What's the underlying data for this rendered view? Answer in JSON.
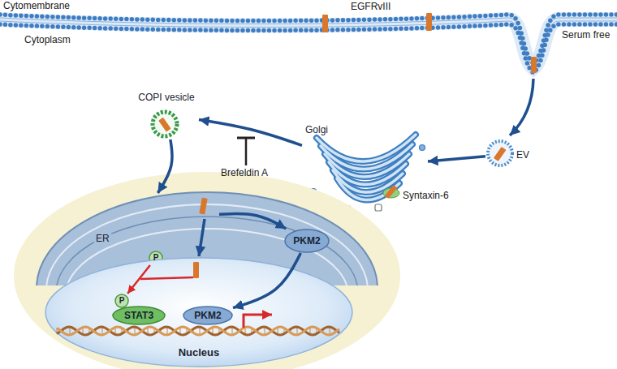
{
  "diagram": {
    "nodes": [
      {
        "text": [
          "COPI vesicle"
        ]
      },
      {
        "text": [
          "EV"
        ]
      },
      {
        "text": [
          "Golgi"
        ]
      },
      {
        "text": [
          "ER"
        ]
      },
      {
        "text": [
          "PKM2"
        ]
      },
      {
        "text": [
          "P"
        ]
      },
      {
        "text": [
          "Nucleus"
        ]
      },
      {
        "text": [
          "P"
        ],
        "in": 6
      },
      {
        "text": [
          "STAT3"
        ],
        "in": 6
      },
      {
        "text": [
          "PKM2"
        ],
        "in": 6
      }
    ],
    "edges": [
      {
        "from": 1,
        "to": 2,
        "arrow": "to"
      },
      {
        "from": 2,
        "to": 0,
        "arrow": "to"
      },
      {
        "from": 0,
        "to": 3,
        "arrow": "to"
      },
      {
        "from": 3,
        "to": 4,
        "arrow": "to"
      },
      {
        "from": 4,
        "to": 9,
        "arrow": "to"
      },
      {
        "from": 5,
        "to": 7,
        "arrow": "to"
      }
    ],
    "labels": [
      "Cytomembrane",
      "Cytoplasm",
      "EGFRvIII",
      "Serum free",
      "Brefeldin A",
      "Syntaxin-6"
    ]
  }
}
